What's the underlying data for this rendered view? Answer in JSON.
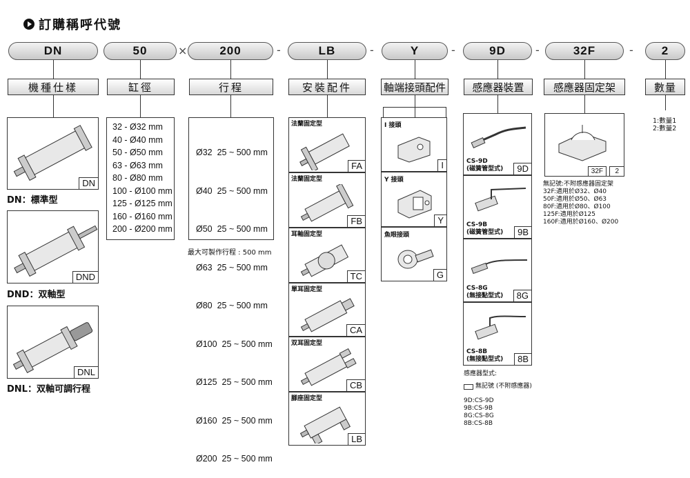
{
  "title": "訂購稱呼代號",
  "codes": [
    {
      "code": "DN",
      "header": "機種仕樣"
    },
    {
      "code": "50",
      "header": "缸徑"
    },
    {
      "code": "200",
      "header": "行程"
    },
    {
      "code": "LB",
      "header": "安裝配件"
    },
    {
      "code": "Y",
      "header": "軸端接頭配件"
    },
    {
      "code": "9D",
      "header": "感應器裝置"
    },
    {
      "code": "32F",
      "header": "感應器固定架"
    },
    {
      "code": "2",
      "header": "數量"
    }
  ],
  "separators": [
    "×",
    "-",
    "-",
    "-",
    "-",
    "-",
    "-"
  ],
  "models": [
    {
      "code": "DN",
      "caption": "DN：標準型"
    },
    {
      "code": "DND",
      "caption": "DND：双軸型"
    },
    {
      "code": "DNL",
      "caption": "DNL：双軸可調行程"
    }
  ],
  "bores": [
    "32 - Ø32 mm",
    "40 - Ø40 mm",
    "50 - Ø50 mm",
    "63 - Ø63 mm",
    "80 - Ø80 mm",
    "100 - Ø100 mm",
    "125 - Ø125 mm",
    "160 - Ø160 mm",
    "200 - Ø200 mm"
  ],
  "strokes": [
    "Ø32  25 ~ 500 mm",
    "Ø40  25 ~ 500 mm",
    "Ø50  25 ~ 500 mm",
    "Ø63  25 ~ 500 mm",
    "Ø80  25 ~ 500 mm",
    "Ø100  25 ~ 500 mm",
    "Ø125  25 ~ 500 mm",
    "Ø160  25 ~ 500 mm",
    "Ø200  25 ~ 500 mm"
  ],
  "stroke_note": "最大可製作行程 : 500 mm",
  "mounts": [
    {
      "label": "法蘭固定型",
      "code": "FA"
    },
    {
      "label": "法蘭固定型",
      "code": "FB"
    },
    {
      "label": "耳軸固定型",
      "code": "TC"
    },
    {
      "label": "單耳固定型",
      "code": "CA"
    },
    {
      "label": "双耳固定型",
      "code": "CB"
    },
    {
      "label": "腳座固定型",
      "code": "LB"
    }
  ],
  "rod_ends": [
    {
      "label": "I 接頭",
      "code": "I"
    },
    {
      "label": "Y 接頭",
      "code": "Y"
    },
    {
      "label": "魚眼接頭",
      "code": "G"
    }
  ],
  "sensors": [
    {
      "model": "CS-9D",
      "type": "(磁簧管型式)",
      "code": "9D"
    },
    {
      "model": "CS-9B",
      "type": "(磁簧管型式)",
      "code": "9B"
    },
    {
      "model": "CS-8G",
      "type": "(無接點型式)",
      "code": "8G"
    },
    {
      "model": "CS-8B",
      "type": "(無接點型式)",
      "code": "8B"
    }
  ],
  "sensor_legend": {
    "title": "感應器型式:",
    "none": "無記號 (不附感應器)",
    "items": [
      "9D:CS-9D",
      "9B:CS-9B",
      "8G:CS-8G",
      "8B:CS-8B"
    ]
  },
  "bracket": {
    "codes": [
      "32F",
      "2"
    ],
    "notes": [
      "無記號:不附感應器固定架",
      "32F:適用於Ø32、Ø40",
      "50F:適用於Ø50、Ø63",
      "80F:適用於Ø80、Ø100",
      "125F:適用於Ø125",
      "160F:適用於Ø160、Ø200"
    ]
  },
  "quantity": [
    "1:數量1",
    "2:數量2"
  ]
}
